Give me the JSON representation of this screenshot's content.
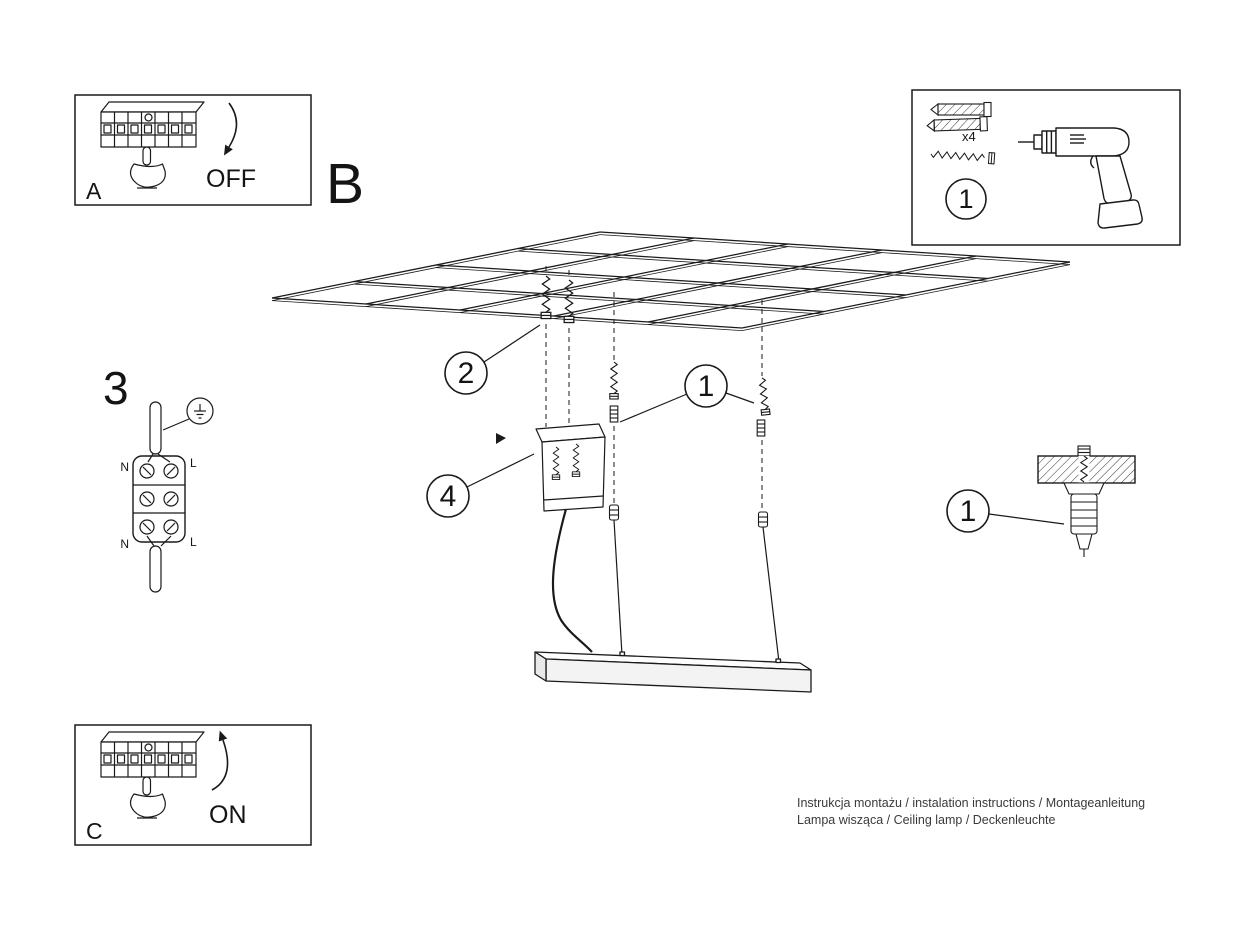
{
  "ink": "#1a1a1a",
  "panel_a": {
    "letter": "A",
    "state": "OFF"
  },
  "panel_c": {
    "letter": "C",
    "state": "ON"
  },
  "labels": {
    "section_b": "B",
    "section_3": "3"
  },
  "parts_box": {
    "step": "1",
    "quantity": "x4"
  },
  "callouts": {
    "ceiling": "2",
    "anchors": "1",
    "canopy": "4",
    "detail": "1"
  },
  "wiring": {
    "top_left": "N",
    "top_right": "L",
    "bottom_left": "N",
    "bottom_right": "L"
  },
  "footer": {
    "line1": "Instrukcja montażu / instalation instructions / Montageanleitung",
    "line2": "Lampa wisząca / Ceiling lamp / Deckenleuchte"
  },
  "icons": [
    "circuit-breaker",
    "pointing-hand",
    "switch-arrow",
    "wall-plug",
    "mounting-screw",
    "drill",
    "ceiling-grid",
    "canopy",
    "suspension-grip",
    "pendant-lamp",
    "ground-symbol",
    "terminal-block",
    "power-cord"
  ]
}
